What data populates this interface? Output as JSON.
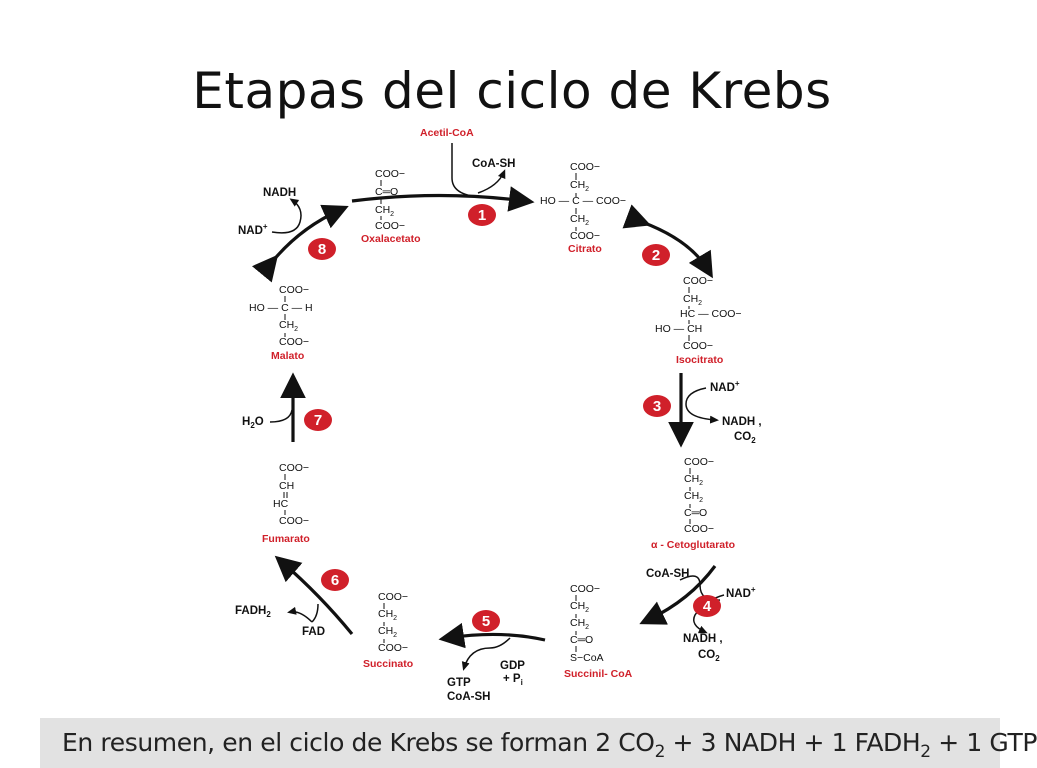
{
  "title": "Etapas del ciclo de Krebs",
  "summary": {
    "prefix": "En resumen, en el ciclo de Krebs se forman 2 CO",
    "sub1": "2",
    "mid": " + 3 NADH + 1 FADH",
    "sub2": "2",
    "suffix": " + 1 GTP"
  },
  "steps": [
    "1",
    "2",
    "3",
    "4",
    "5",
    "6",
    "7",
    "8"
  ],
  "compounds": {
    "acetil_coa": "Acetil-CoA",
    "citrato": "Citrato",
    "isocitrato": "Isocitrato",
    "cetoglutarato": "α - Cetoglutarato",
    "succinil_coa": "Succinil- CoA",
    "succinato": "Succinato",
    "fumarato": "Fumarato",
    "malato": "Malato",
    "oxalacetato": "Oxalacetato"
  },
  "cofactors": {
    "coa_sh_1": "CoA-SH",
    "nad_3": "NAD",
    "nadh_3": "NADH ,",
    "co2_3": "CO",
    "coa_sh_4": "CoA-SH",
    "nad_4": "NAD",
    "nadh_4": "NADH ,",
    "co2_4": "CO",
    "gdp_5": "GDP",
    "pi_5": "+ P",
    "gtp_5": "GTP",
    "coa_sh_5": "CoA-SH",
    "fadh_6": "FADH",
    "fad_6": "FAD",
    "h2o_7": "H",
    "h2o_7b": "O",
    "nadh_8": "NADH",
    "nad_8": "NAD"
  },
  "colors": {
    "badge": "#d0202a",
    "label": "#d0202a"
  }
}
